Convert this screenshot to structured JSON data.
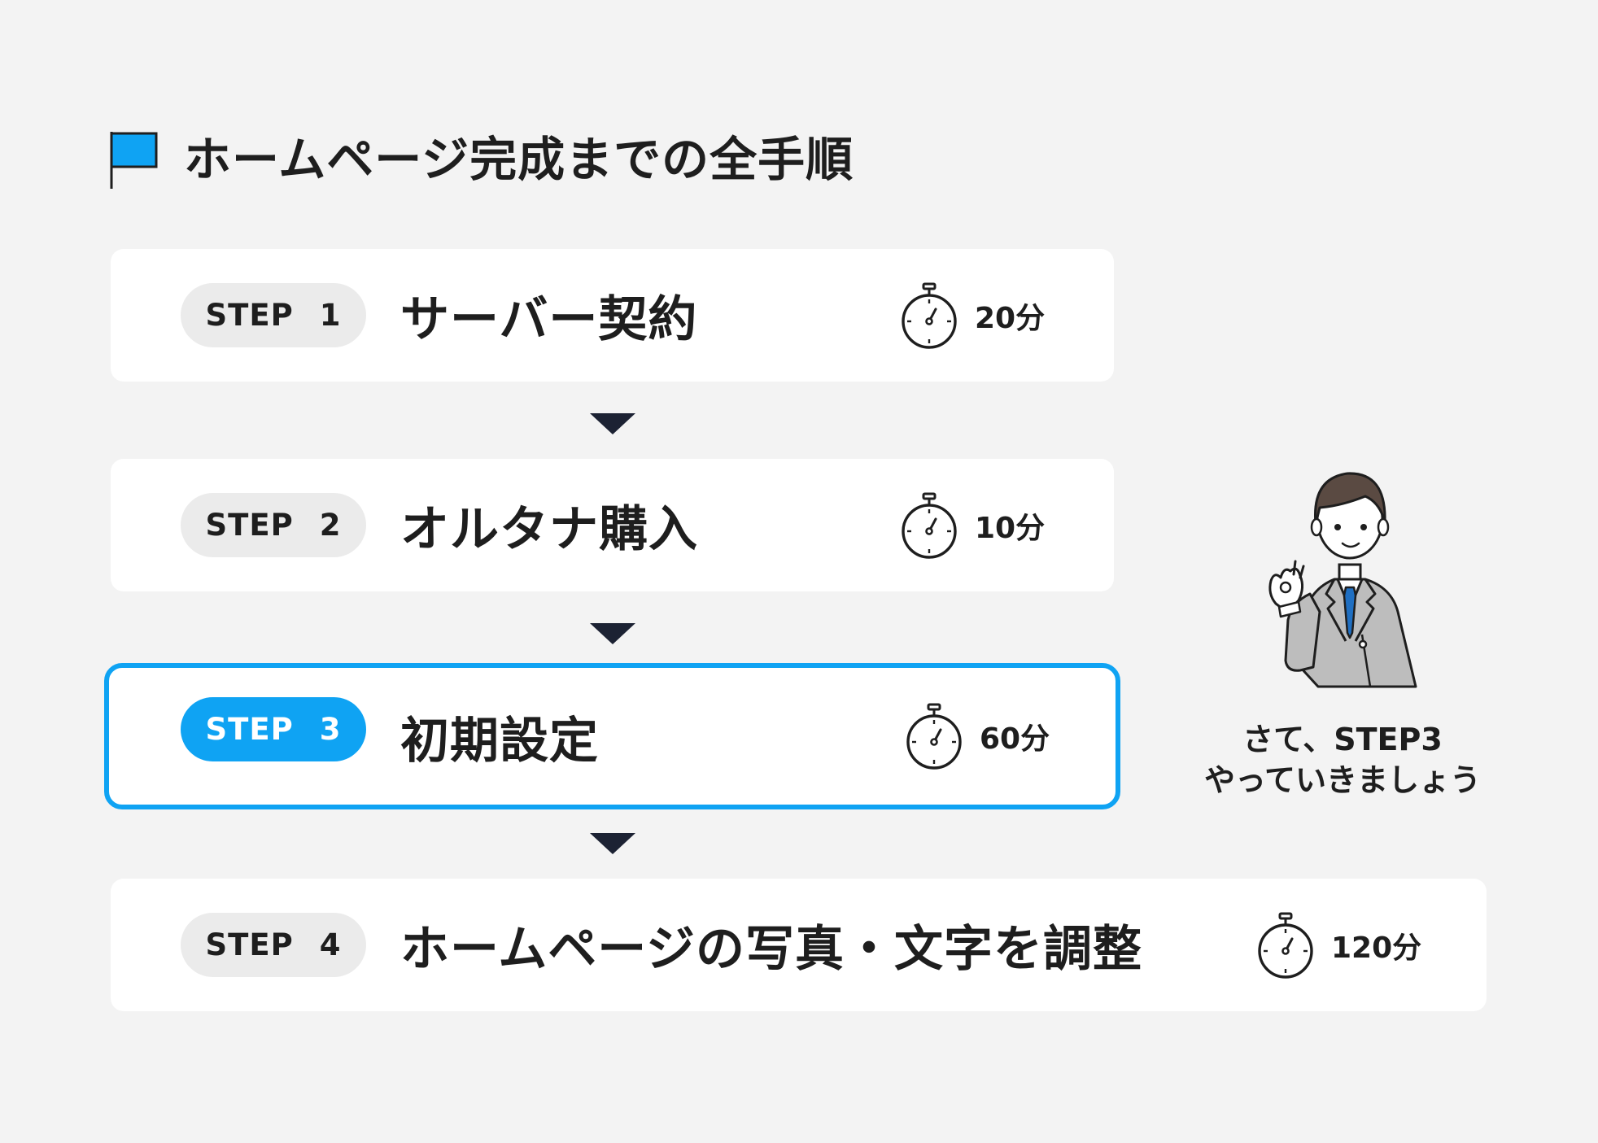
{
  "header": {
    "flag_icon": "flag-icon",
    "title": "ホームページ完成までの全手順"
  },
  "colors": {
    "accent": "#0fa3f3",
    "background": "#f3f3f3",
    "card": "#ffffff",
    "badge_inactive": "#ebebeb",
    "text": "#1e1e1e",
    "arrow": "#1c2233"
  },
  "steps": [
    {
      "badge_label": "STEP",
      "number": "1",
      "title": "サーバー契約",
      "duration": "20分",
      "icon": "stopwatch-icon",
      "active": false
    },
    {
      "badge_label": "STEP",
      "number": "2",
      "title": "オルタナ購入",
      "duration": "10分",
      "icon": "stopwatch-icon",
      "active": false
    },
    {
      "badge_label": "STEP",
      "number": "3",
      "title": "初期設定",
      "duration": "60分",
      "icon": "stopwatch-icon",
      "active": true
    },
    {
      "badge_label": "STEP",
      "number": "4",
      "title": "ホームページの写真・文字を調整",
      "duration": "120分",
      "icon": "stopwatch-icon",
      "active": false
    }
  ],
  "arrow_icon": "down-triangle-icon",
  "guide": {
    "illustration": "businessman-ok-gesture-illustration",
    "speech_lines": [
      "さて、STEP3",
      "やっていきましょう"
    ]
  }
}
